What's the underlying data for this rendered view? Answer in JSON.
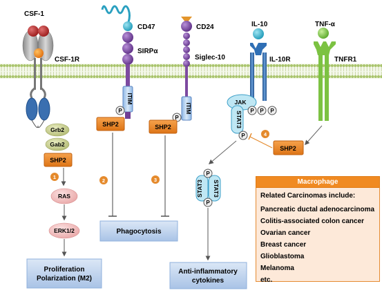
{
  "ligands": {
    "csf1": "CSF-1",
    "cd47": "CD47",
    "cd24": "CD24",
    "il10": "IL-10",
    "tnfa": "TNF-α"
  },
  "receptors": {
    "csf1r": "CSF-1R",
    "sirpa": "SIRPα",
    "siglec10": "Siglec-10",
    "il10r": "IL-10R",
    "tnfr1": "TNFR1"
  },
  "motifs": {
    "itim": "ITIM"
  },
  "molecules": {
    "grb2": "Grb2",
    "gab2": "Gab2",
    "shp2": "SHP2",
    "ras": "RAS",
    "erk": "ERK1/2",
    "jak": "JAK",
    "stat3": "STAT3",
    "p": "P"
  },
  "steps": [
    "1",
    "2",
    "3",
    "4"
  ],
  "outcomes": {
    "proliferation_line1": "Proliferation",
    "proliferation_line2": "Polarization (M2)",
    "phagocytosis": "Phagocytosis",
    "antiinflam_line1": "Anti-inflammatory",
    "antiinflam_line2": "cytokines"
  },
  "macrophage": {
    "title": "Macrophage",
    "lines": [
      "Related Carcinomas include:",
      "Pancreatic ductal adenocarcinoma",
      "Colitis-associated colon cancer",
      "Ovarian cancer",
      "Breast cancer",
      "Glioblastoma",
      "Melanoma",
      "etc."
    ]
  },
  "colors": {
    "membrane_head": "#a9c46c",
    "shp2_fill": "#f0892a",
    "outcome_fill": "#c5d9f1",
    "macrophage_head": "#f08a22",
    "macrophage_body": "#fde9d9",
    "sirpa_purple": "#7d4aa0",
    "receptor_blue": "#3e78b5",
    "tnfr_green": "#7cc242"
  }
}
